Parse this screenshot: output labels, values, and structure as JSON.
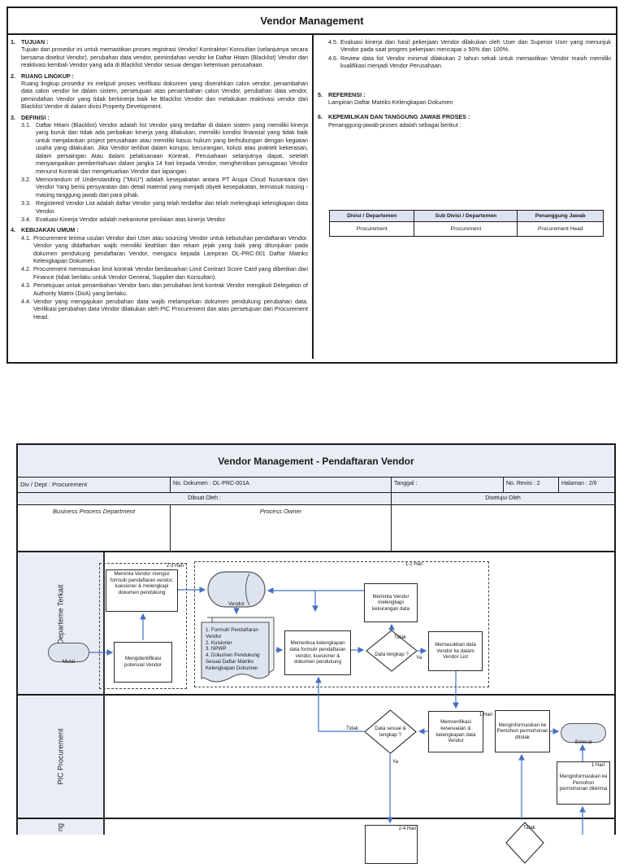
{
  "page1": {
    "title": "Vendor Management",
    "left_sections": [
      {
        "no": "1.",
        "title": "TUJUAN :",
        "body": "Tujuan dari prosedur ini untuk memastikan proses registrasi Vendor/ Kontraktor/ Konsultan (selanjutnya secara bersama disebut Vendor), perubahan data vendor, pemindahan vendor ke Daftar Hitam (Blacklist) Vendor dan reaktivasi kembali Vendor yang ada di Blacklist Vendor sesuai dengan ketentuan perusahaan."
      },
      {
        "no": "2.",
        "title": "RUANG LINGKUP :",
        "body": "Ruang lingkup prosedur ini meliputi proses verifikasi dokumen yang diserahkan calon vendor, penambahan data calon vendor ke dalam sistem, persetujuan atas penambahan calon Vendor, perubahan data vendor, pemindahan Vendor yang tidak berkinerja baik ke Blacklist Vendor dan melakukan reaktivasi vendor dari Blacklist Vendor di dalam divisi Property Development."
      },
      {
        "no": "3.",
        "title": "DEFINISI :"
      },
      {
        "no": "4.",
        "title": "KEBIJAKAN UMUM :"
      }
    ],
    "definisi_items": [
      {
        "no": "3.1.",
        "text": "Daftar Hitam (Blacklist) Vendor adalah list Vendor yang terdaftar di dalam sistem yang memiliki kinerja yang buruk dan tidak ada perbaikan kinerja yang dilakukan, memiliki kondisi finansial yang tidak baik untuk menjalankan project perusahaan atau memiliki kasus hukum yang berhubungan dengan kegiatan usaha yang dilakukan.  Jika Vendor terlibat dalam korupsi, kecurangan, kolusi atau praktek kekerasan, dalam persaingan  Atau dalam pelaksanaan Kontrak, Perusahaan selanjutnya dapat, setelah menyampaikan pemberitahuan dalam jangka 14 hari kepada Vendor, menghentikan penugasan Vendor menurut Kontrak dan mengeluarkan Vendor dari lapangan."
      },
      {
        "no": "3.2.",
        "text": "Memorandum of Understanding (“MoU”) adalah kesepakatan antara PT Arupa Cloud Nusantara dan Vendor  Yang berisi persyaratan dan detail material yang menjadi obyek kesepakatan, termasuk masing - masing tanggung jawab dari para pihak."
      },
      {
        "no": "3.3.",
        "text": "Registered Vendor List adalah daftar Vendor yang telah terdaftar dan telah melengkapi kelengkapan data Vendor."
      },
      {
        "no": "3.4.",
        "text": "Evaluasi Kinerja Vendor adalah mekanisme penilaian atas kinerja Vendor."
      }
    ],
    "kebijakan_items": [
      {
        "no": "4.1.",
        "text": "Procurement terima usulan Vendor dari User atau sourcing Vendor untuk kebutuhan pendaftaran Vendor. Vendor yang didaftarkan wajib memiliki keahlian dan rekam jejak  yang baik yang ditunjukan pada dokumen pendukung pendaftaran Vendor, mengacu kepada Lampiran OL-PRC-001 Daftar Matriks Kelengkapan Dokumen."
      },
      {
        "no": "4.2.",
        "text": "Procurement memasukan limit kontrak Vendor berdasarkan Limit Contract Score Card yang diberikan dari Finance (tidak berlaku untuk Vendor General, Supplier dan Konsultan)."
      },
      {
        "no": "4.3.",
        "text": "Persetujuan untuk penambahan Vendor baru dan perubahan limit kontrak Vendor mengikuti Delegation of Authority Matrix (DoA) yang berlaku."
      },
      {
        "no": "4.4.",
        "text": "Vendor yang mengajukan perubahan data wajib melampirkan dokumen pendukung perubahan data. Verifikasi perubahan data Vendor dilakukan oleh PIC Procurement dan atas persetujuan dari Procurement Head."
      }
    ],
    "right_items": [
      {
        "no": "4.5.",
        "text": "Evaluasi kinerja dan hasil pekerjaan Vendor dilakukan oleh User dan Superior User yang menunjuk Vendor pada saat progres pekerjaan mencapai ≥ 50% dan 100%."
      },
      {
        "no": "4.6.",
        "text": "Review data list Vendor minimal dilakukan 2 tahun sekali untuk memastikan Vendor masih memiliki kualifikasi menjadi Vendor Perusahaan."
      }
    ],
    "right_sections": [
      {
        "no": "5.",
        "title": "REFERENSI :",
        "body": "Lampiran Daftar Matriks Kelengkapan Dokumen"
      },
      {
        "no": "6.",
        "title": "KEPEMILIKAN DAN TANGGUNG JAWAB PROSES :",
        "body": "Penanggung-jawab proses adalah sebagai berikut :"
      }
    ],
    "table": {
      "headers": [
        "Divisi / Departemen",
        "Sub Divisi / Departemen",
        "Penanggung Jawab"
      ],
      "row": [
        "Procurement",
        "Procurement",
        "Procurement Head"
      ]
    }
  },
  "page2": {
    "title": "Vendor Management - Pendaftaran Vendor",
    "info": {
      "div_dept": "Div / Dept : Procurement",
      "no_dokumen": "No. Dokumen : OL-PRC-001A",
      "tanggal": "Tanggal :",
      "no_revisi": "No. Revisi : 2",
      "halaman": "Halaman : 2/6"
    },
    "dibuat_oleh": "Dibuat Oleh :",
    "disetujui_oleh": "Disetujui Oleh",
    "sig_left": "Business Process Department",
    "sig_mid": "Process Owner",
    "lanes": [
      {
        "label": "User Departeme Terkait"
      },
      {
        "label": "PIC Procurement"
      },
      {
        "label": "ng"
      }
    ],
    "flow": {
      "durations": {
        "g1": "2-3 Hari",
        "g2": "1-2 Hari",
        "verif": "1 Hari",
        "diterima": "1 Hari",
        "lane3": "2-4 Hari"
      },
      "labels": {
        "ya": "Ya",
        "tidak": "Tidak"
      },
      "nodes": {
        "mulai": "Mulai",
        "identifikasi": "Mengidentifikasi potensial Vendor",
        "minta_isi": "Meminta Vendor mengisi formulir pendaftaran vendor, kuesioner & melengkapi dokumen pendukung",
        "vendor_db": "Vendor",
        "dokumen": "1. Formulir Pendaftaran\nVendor\n2. Kuisioner\n3. NPWP\n4. Dokumen Pendukung\nSesuai Daftar Matriks\nKelengkapan Dokumen",
        "memeriksa": "Memeriksa kelengkapan data formulir pendaftaran vendor, kuesioner & dokumen pendukung",
        "data_lengkap": "Data lengkap ?",
        "minta_lengkapi": "Meminta Vendor melengkapi kekurangan data",
        "memasukkan": "Memasukkan data Vendor ke dalam Vendor List",
        "data_sesuai": "Data sesuai & lengkap ?",
        "memverifikasi": "Memverifikasi kesesuaian & kelengkapan data Vendor",
        "ditolak": "Menginformasikan ke Pemohon permohonan ditolak",
        "selesai": "Selesai",
        "diterima": "Menginformasikan ke Pemohon permohonan diterima"
      }
    }
  }
}
